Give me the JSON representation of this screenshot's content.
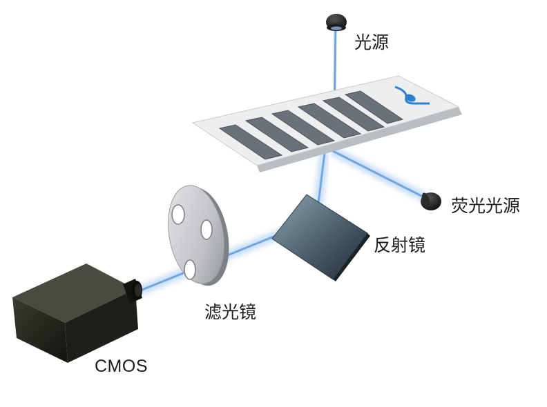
{
  "labels": {
    "light_source": "光源",
    "fluorescence_source": "荧光光源",
    "mirror": "反射镜",
    "filter": "滤光镜",
    "camera": "CMOS"
  },
  "colors": {
    "beam": "#7fb0e6",
    "slide_logo": "#2f7fd1",
    "camera_body": "#2a2a22",
    "filter_wheel": "#c9cacc",
    "mirror": "#5b6b78"
  }
}
